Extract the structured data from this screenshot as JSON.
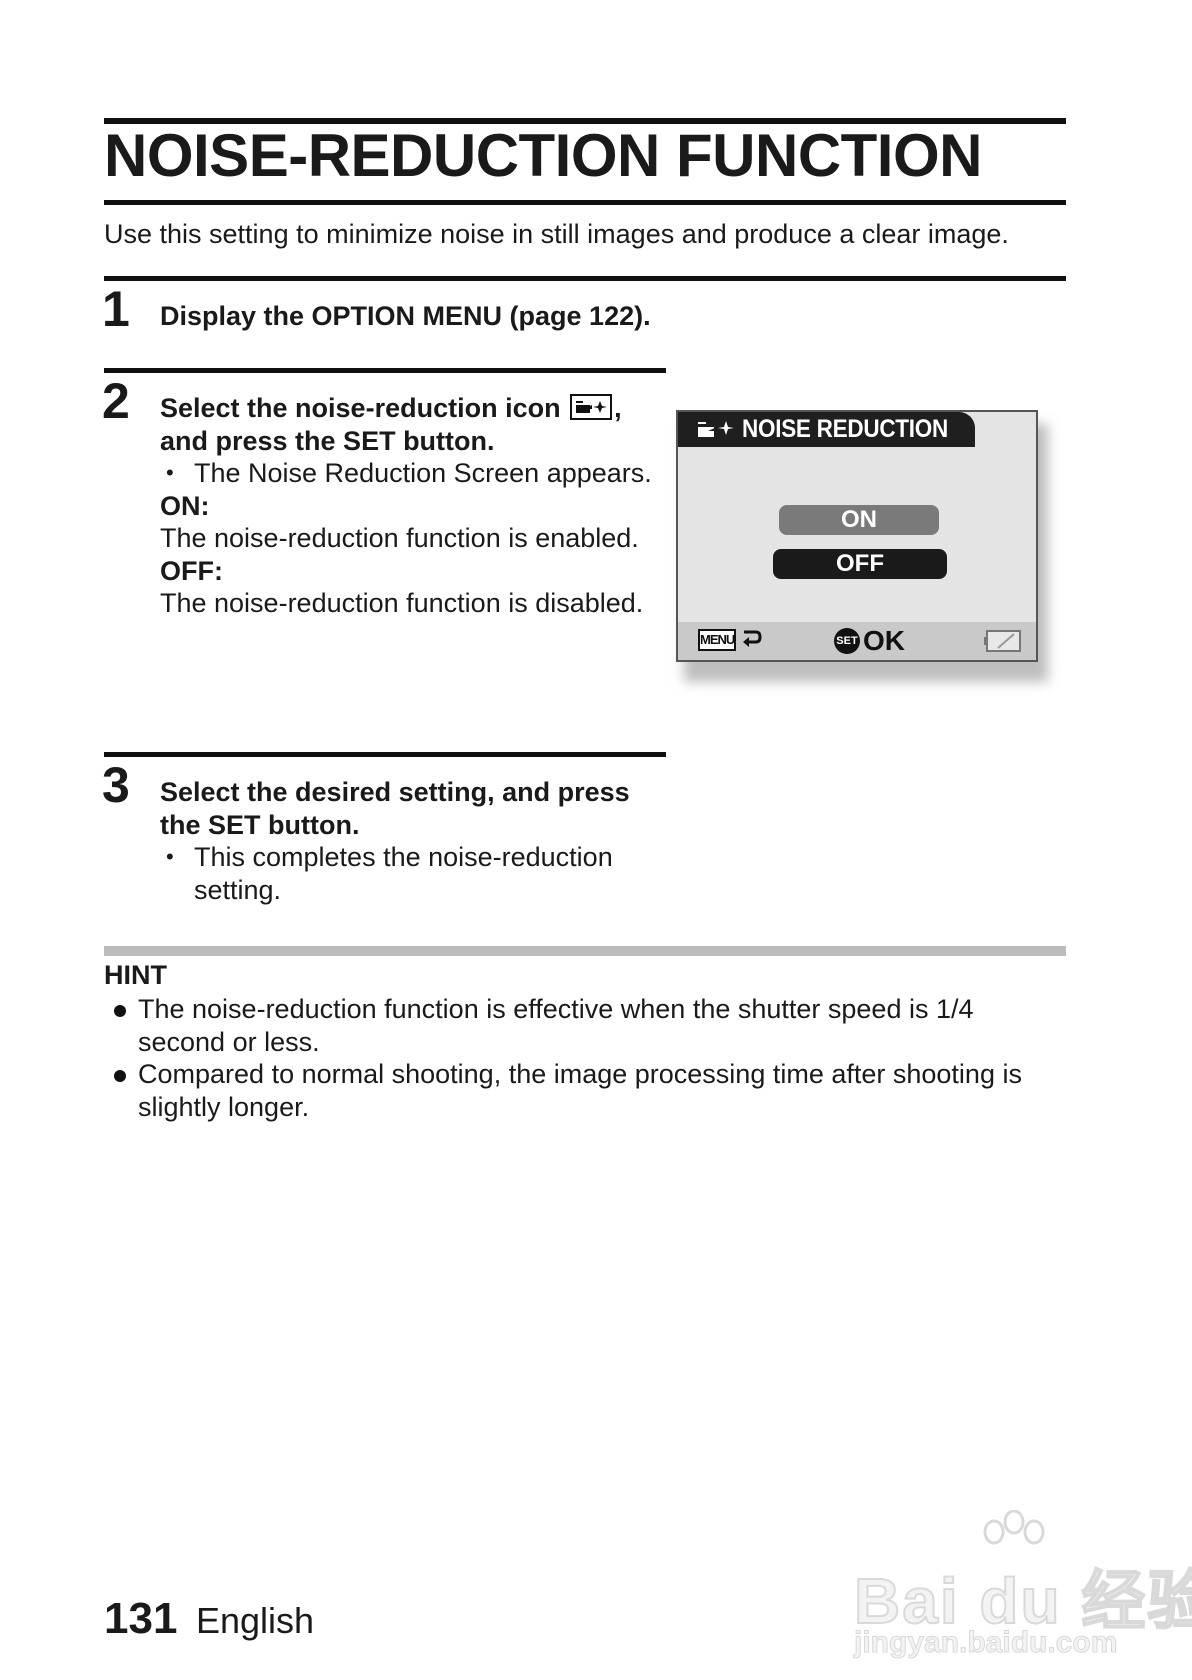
{
  "title": "NOISE-REDUCTION FUNCTION",
  "intro": "Use this setting to minimize noise in still images and produce a clear image.",
  "steps": [
    {
      "number": "1",
      "text": "Display the OPTION MENU (page 122)."
    },
    {
      "number": "2",
      "text_before_icon": "Select the noise-reduction icon",
      "text_after_icon": ",",
      "text_line2": "and press the SET button.",
      "bullet": "The Noise Reduction Screen appears.",
      "on_label": "ON:",
      "on_text": "The noise-reduction function is enabled.",
      "off_label": "OFF:",
      "off_text": "The noise-reduction function is disabled."
    },
    {
      "number": "3",
      "text": "Select the desired setting, and press the SET button.",
      "bullet": "This completes the noise-reduction setting."
    }
  ],
  "camera_screen": {
    "header": "NOISE REDUCTION",
    "option_on": "ON",
    "option_off": "OFF",
    "selected": "OFF",
    "menu_icon_label": "MENU",
    "set_icon_label": "SET",
    "ok_label": "OK"
  },
  "hint": {
    "title": "HINT",
    "items": [
      "The noise-reduction function is effective when the shutter speed is 1/4 second or less.",
      "Compared to normal shooting, the image processing time after shooting is slightly longer."
    ]
  },
  "footer": {
    "page_number": "131",
    "language": "English"
  },
  "watermark": {
    "text": "Bai du 经验",
    "url": "jingyan.baidu.com"
  }
}
